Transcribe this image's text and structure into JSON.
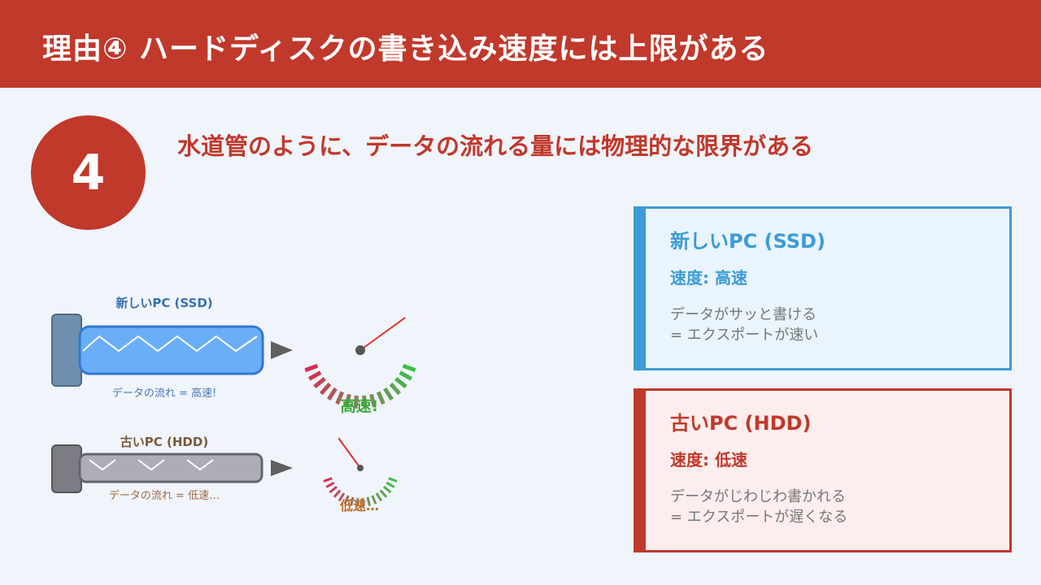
{
  "header": {
    "title": "理由④ ハードディスクの書き込み速度には上限がある"
  },
  "badge_number": "4",
  "subtitle": "水道管のように、データの流れる量には物理的な限界がある",
  "illustration": {
    "ssd": {
      "label": "新しいPC (SSD)",
      "caption": "データの流れ = 高速!",
      "gauge_label": "高速!",
      "gauge_level": 0.8
    },
    "hdd": {
      "label": "古いPC (HDD)",
      "caption": "データの流れ = 低速…",
      "gauge_label": "低速…",
      "gauge_level": 0.3
    }
  },
  "cards": {
    "ssd": {
      "title": "新しいPC (SSD)",
      "speed": "速度: 高速",
      "desc1": "データがサッと書ける",
      "desc2": "= エクスポートが速い"
    },
    "hdd": {
      "title": "古いPC (HDD)",
      "speed": "速度: 低速",
      "desc1": "データがじわじわ書かれる",
      "desc2": "= エクスポートが遅くなる"
    }
  },
  "colors": {
    "accent_red": "#c0392b",
    "accent_blue": "#3d9bd6",
    "ssd_pipe": "#6aaef7",
    "hdd_pipe": "#adadb8"
  }
}
